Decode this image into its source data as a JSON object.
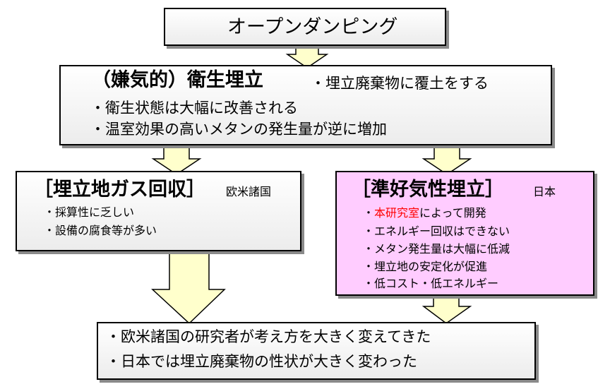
{
  "top": {
    "title": "オープンダンピング"
  },
  "sanitary": {
    "title": "（嫌気的）衛生埋立",
    "note": "・埋立廃棄物に覆土をする",
    "bullets": [
      "・衛生状態は大幅に改善される",
      "・温室効果の高いメタンの発生量が逆に増加"
    ]
  },
  "gas_recovery": {
    "title": "［埋立地ガス回収］",
    "region": "欧米諸国",
    "bullets": [
      "・採算性に乏しい",
      "・設備の腐食等が多い"
    ]
  },
  "semi_aerobic": {
    "title": "［準好気性埋立］",
    "region": "日本",
    "first_prefix": "・",
    "first_highlight": "本研究室",
    "first_suffix": "によって開発",
    "bullets": [
      "・エネルギー回収はできない",
      "・メタン発生量は大幅に低減",
      "・埋立地の安定化が促進",
      "・低コスト・低エネルギー"
    ]
  },
  "bottom": {
    "bullets": [
      "・欧米諸国の研究者が考え方を大きく変えてきた",
      "・日本では埋立廃棄物の性状が大きく変わった"
    ]
  },
  "colors": {
    "arrow_fill": "#ffffcc",
    "pink_box": "#ffccff",
    "highlight": "#ff0000"
  }
}
